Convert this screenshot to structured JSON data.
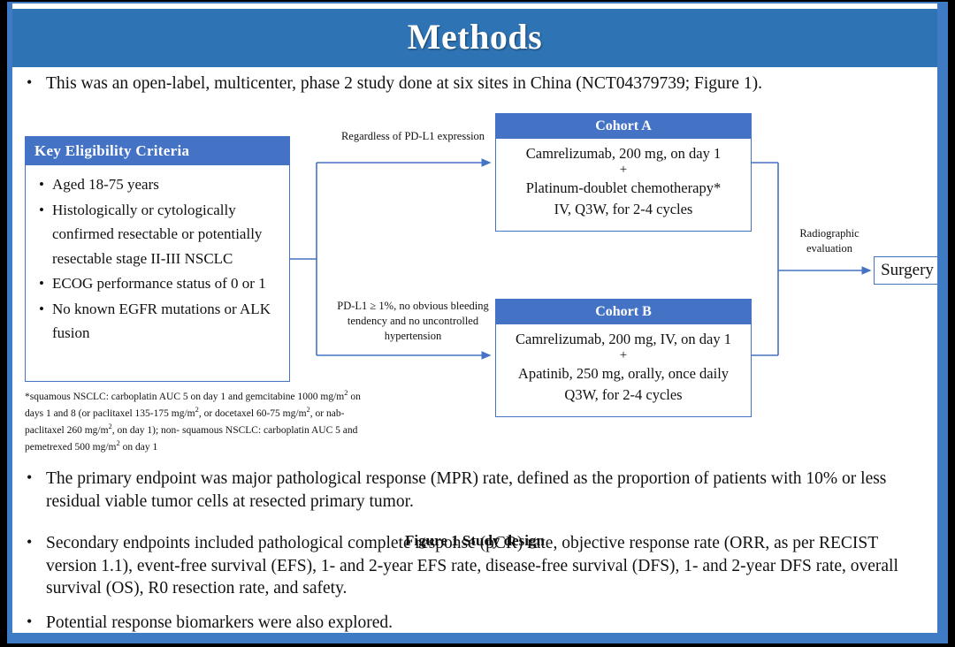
{
  "slide": {
    "title": "Methods",
    "accent_banner_color": "#2E74B5",
    "box_header_color": "#4472C4",
    "connector_color": "#4472C4",
    "frame_color": "#3F7BC4"
  },
  "intro_bullet": "This was an open-label, multicenter, phase 2 study done at six sites in China (NCT04379739; Figure 1).",
  "figure": {
    "caption": "Figure 1 Study design",
    "eligibility": {
      "header": "Key  Eligibility Criteria",
      "items": [
        "Aged 18-75 years",
        "Histologically or cytologically confirmed resectable or potentially resectable stage II-III  NSCLC",
        "ECOG performance status of 0 or 1",
        "No known EGFR mutations or ALK fusion"
      ]
    },
    "footnote": {
      "line1_a": "*squamous NSCLC: carboplatin AUC 5 on day 1 and gemcitabine 1000 mg/m",
      "line1_b": " on days 1 and 8 (or",
      "line2_a": "paclitaxel 135-175  mg/m",
      "line2_b": ", or docetaxel 60-75 mg/m",
      "line2_c": ", or nab-paclitaxel 260 mg/m",
      "line2_d": ", on day 1); non-",
      "line3_a": "squamous NSCLC: carboplatin AUC 5 and pemetrexed 500 mg/m",
      "line3_b": " on day 1",
      "sup": "2"
    },
    "arrow_label_top": "Regardless  of PD-L1 expression",
    "arrow_label_bottom": "PD-L1 ≥ 1%, no obvious bleeding tendency and no uncontrolled  hypertension",
    "arrow_label_right": "Radiographic evaluation",
    "cohort_a": {
      "header": "Cohort A",
      "line1": "Camrelizumab, 200 mg, on day 1",
      "plus": "+",
      "line2": "Platinum-doublet chemotherapy*",
      "line3": "IV, Q3W, for 2-4 cycles"
    },
    "cohort_b": {
      "header": "Cohort B",
      "line1": "Camrelizumab, 200 mg, IV, on day 1",
      "plus": "+",
      "line2": "Apatinib, 250 mg, orally, once daily",
      "line3": "Q3W, for 2-4 cycles"
    },
    "surgery": "Surgery"
  },
  "bullets": {
    "bullet_char": "•",
    "primary": "The primary endpoint was major pathological response (MPR) rate, defined as the proportion of patients with 10% or less residual viable tumor cells at resected primary tumor.",
    "secondary": "Secondary endpoints included pathological complete response (pCR) rate, objective response rate (ORR, as per RECIST version 1.1), event-free survival (EFS), 1- and 2-year EFS rate, disease-free survival (DFS), 1- and 2-year DFS rate, overall survival (OS), R0 resection rate, and safety.",
    "biomarkers": "Potential response biomarkers were also explored."
  }
}
